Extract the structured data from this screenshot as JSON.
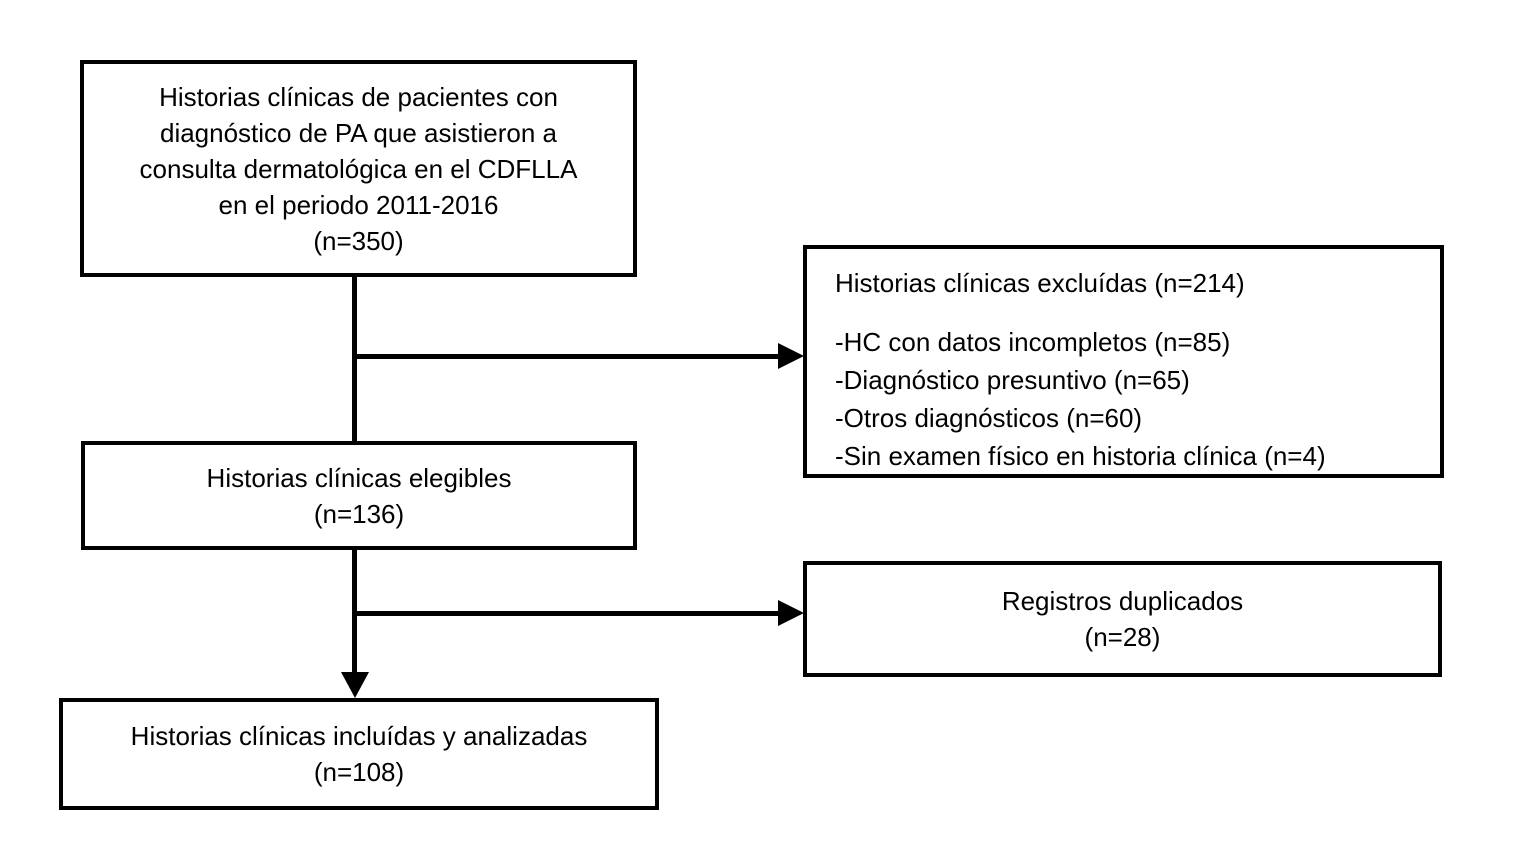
{
  "flowchart": {
    "initial": {
      "lines": [
        "Historias clínicas de pacientes con",
        "diagnóstico de PA que asistieron a",
        "consulta dermatológica en el CDFLLA",
        "en el periodo 2011-2016",
        "(n=350)"
      ],
      "n": 350
    },
    "excluded": {
      "title": "Historias clínicas excluídas (n=214)",
      "n": 214,
      "items": [
        "-HC con datos incompletos (n=85)",
        "-Diagnóstico presuntivo (n=65)",
        "-Otros diagnósticos (n=60)",
        "-Sin examen físico en historia clínica (n=4)"
      ]
    },
    "eligible": {
      "lines": [
        "Historias clínicas elegibles",
        "(n=136)"
      ],
      "n": 136
    },
    "duplicates": {
      "lines": [
        "Registros duplicados",
        "(n=28)"
      ],
      "n": 28
    },
    "included": {
      "lines": [
        "Historias clínicas incluídas y analizadas",
        "(n=108)"
      ],
      "n": 108
    }
  },
  "colors": {
    "background": "#ffffff",
    "box_border": "#000000",
    "line": "#000000",
    "text": "#000000"
  }
}
